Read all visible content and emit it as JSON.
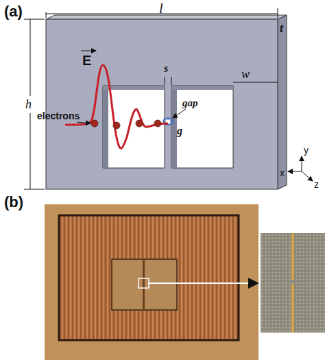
{
  "diagram": {
    "labels": [
      "(a)",
      "l",
      "t",
      "h",
      "w",
      "E",
      "s",
      "electrons",
      "gap",
      "g",
      "y",
      "x",
      "z",
      "(b)"
    ]
  }
}
